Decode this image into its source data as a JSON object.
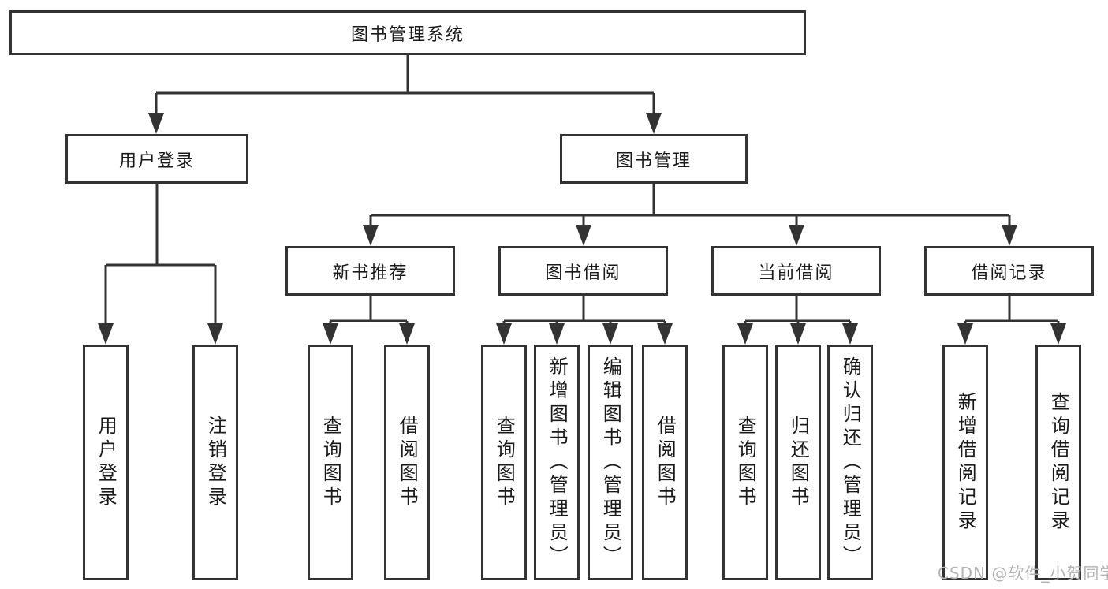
{
  "watermark": "CSDN @软件_小贺同学",
  "colors": {
    "line": "#333333",
    "text": "#1a1a1a",
    "watermark": "#b3b3b3",
    "background": "#ffffff"
  },
  "tree": {
    "root": "图书管理系统",
    "children": [
      {
        "label": "用户登录",
        "children": [
          "用户登录",
          "注销登录"
        ]
      },
      {
        "label": "图书管理",
        "children": [
          {
            "label": "新书推荐",
            "children": [
              "查询图书",
              "借阅图书"
            ]
          },
          {
            "label": "图书借阅",
            "children": [
              "查询图书",
              "新增图书（管理员）",
              "编辑图书（管理员）",
              "借阅图书"
            ]
          },
          {
            "label": "当前借阅",
            "children": [
              "查询图书",
              "归还图书",
              "确认归还（管理员）"
            ]
          },
          {
            "label": "借阅记录",
            "children": [
              "新增借阅记录",
              "查询借阅记录"
            ]
          }
        ]
      }
    ]
  }
}
